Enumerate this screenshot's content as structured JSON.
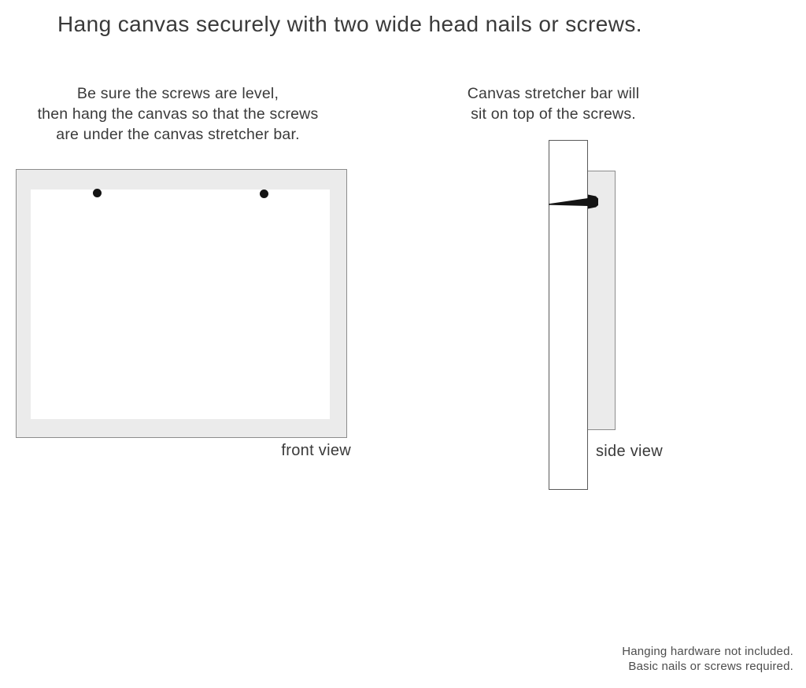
{
  "title": "Hang canvas securely with two wide head nails or screws.",
  "instructions": {
    "left": {
      "line1": "Be sure the screws are level,",
      "line2": "then hang the canvas so that the screws",
      "line3": "are under the canvas stretcher bar."
    },
    "right": {
      "line1": "Canvas stretcher bar will",
      "line2": "sit on top of the screws."
    }
  },
  "diagrams": {
    "front": {
      "label": "front view",
      "screw_count": 2
    },
    "side": {
      "label": "side view"
    }
  },
  "footer": {
    "line1": "Hanging hardware not included.",
    "line2": "Basic nails or screws required."
  },
  "colors": {
    "background": "#ffffff",
    "text_primary": "#3a3a3a",
    "text_secondary": "#4d4d4d",
    "frame_fill": "#ebebeb",
    "frame_border": "#8c8c8c",
    "wall_border": "#5a5a5a",
    "nail_fill": "#141414",
    "inner_fill": "#ffffff"
  }
}
